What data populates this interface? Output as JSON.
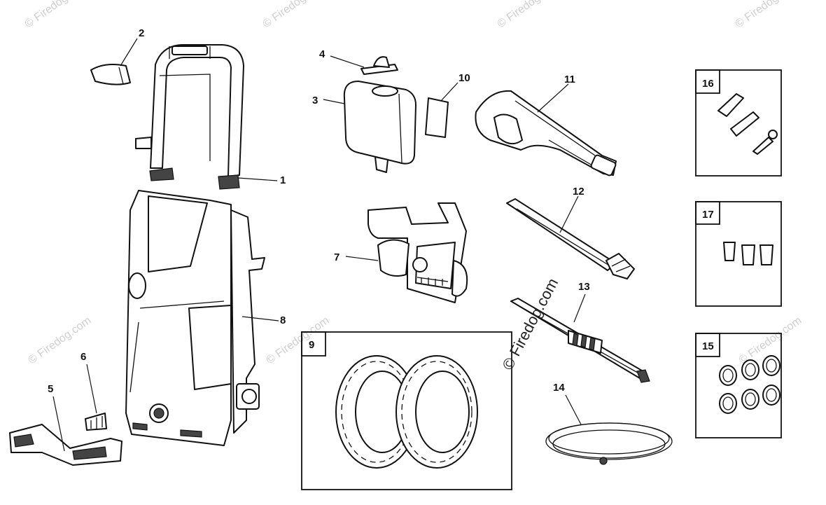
{
  "watermark": {
    "main": "© Firedog.com",
    "faint": "© Firedog.com"
  },
  "callouts": {
    "p1": "1",
    "p2": "2",
    "p3": "3",
    "p4": "4",
    "p5": "5",
    "p6": "6",
    "p7": "7",
    "p8": "8",
    "p9": "9",
    "p10": "10",
    "p11": "11",
    "p12": "12",
    "p13": "13",
    "p14": "14",
    "p15": "15",
    "p16": "16",
    "p17": "17"
  }
}
